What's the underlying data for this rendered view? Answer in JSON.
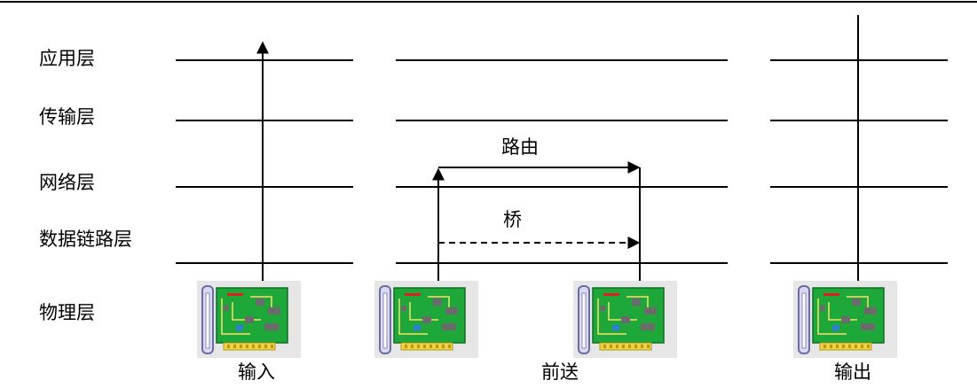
{
  "layers": [
    "应用层",
    "传输层",
    "网络层",
    "数据链路层",
    "物理层"
  ],
  "annotations": {
    "route": "路由",
    "bridge": "桥"
  },
  "captions": {
    "input": "输入",
    "forward": "前送",
    "output": "输出"
  },
  "card_icon": "network-interface-card",
  "colors": {
    "line": "#000000",
    "card_green": "#1fa83a",
    "card_bg": "#e6e6e6"
  }
}
